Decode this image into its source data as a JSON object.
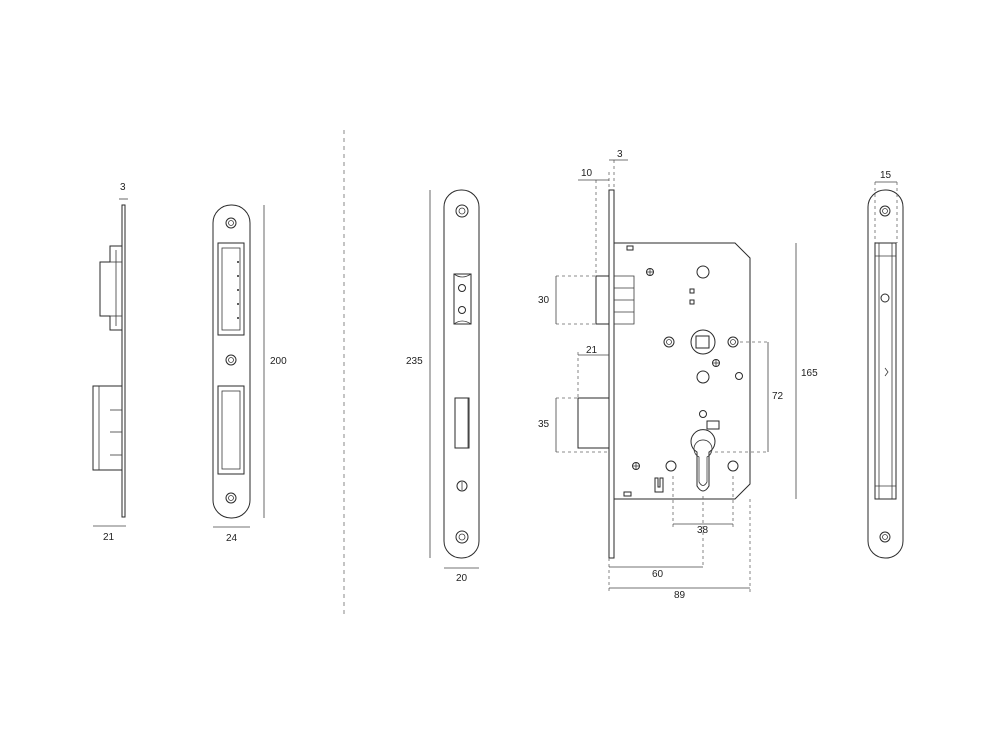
{
  "dimensions": {
    "strike_side_thickness": "3",
    "strike_side_depth": "21",
    "strike_front_width": "24",
    "strike_front_height": "200",
    "faceplate_length": "235",
    "faceplate_width": "20",
    "lock_top_offset": "10",
    "lock_face_thickness": "3",
    "latch_height": "30",
    "deadbolt_projection": "21",
    "deadbolt_height": "35",
    "center_distance": "72",
    "lock_body_height": "165",
    "cylinder_width": "38",
    "backset": "60",
    "case_depth": "89",
    "edge_view_width": "15"
  }
}
